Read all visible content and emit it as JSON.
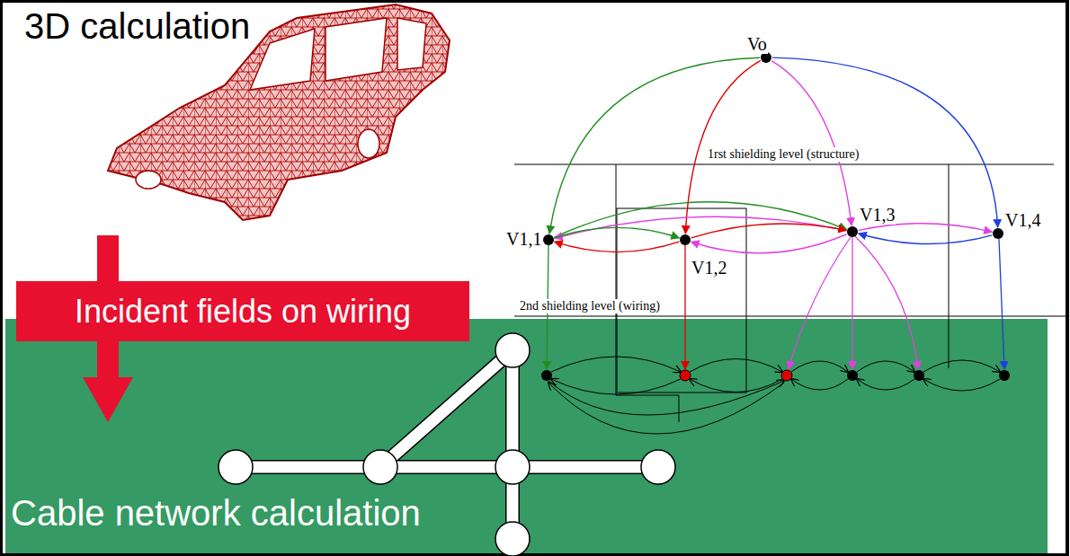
{
  "diagram": {
    "nodes": [
      {
        "text": [
          "Vo"
        ]
      },
      {
        "text": [
          "V1,1"
        ]
      },
      {
        "text": [
          "V1,2"
        ]
      },
      {
        "text": [
          "V1,3"
        ]
      },
      {
        "text": [
          "V1,4"
        ]
      },
      {
        "text": [
          "Incident fields on wiring"
        ]
      },
      {
        "text": [
          "Cable network calculation"
        ]
      }
    ],
    "edges": [
      {
        "from": 0,
        "to": 1,
        "arrow": "to"
      },
      {
        "from": 0,
        "to": 2,
        "arrow": "to"
      },
      {
        "from": 0,
        "to": 3,
        "arrow": "to"
      },
      {
        "from": 0,
        "to": 4,
        "arrow": "to"
      },
      {
        "from": 1,
        "to": 3,
        "arrow": "to"
      },
      {
        "from": 3,
        "to": 1,
        "arrow": "to"
      },
      {
        "from": 1,
        "to": 2,
        "arrow": "to"
      },
      {
        "from": 2,
        "to": 1,
        "arrow": "to"
      },
      {
        "from": 2,
        "to": 3,
        "arrow": "to"
      },
      {
        "from": 3,
        "to": 2,
        "arrow": "to"
      },
      {
        "from": 3,
        "to": 4,
        "arrow": "to"
      },
      {
        "from": 4,
        "to": 3,
        "arrow": "to"
      }
    ],
    "labels": [
      "3D calculation",
      "1rst shielding level (structure)",
      "2nd shielding level (wiring)"
    ]
  }
}
